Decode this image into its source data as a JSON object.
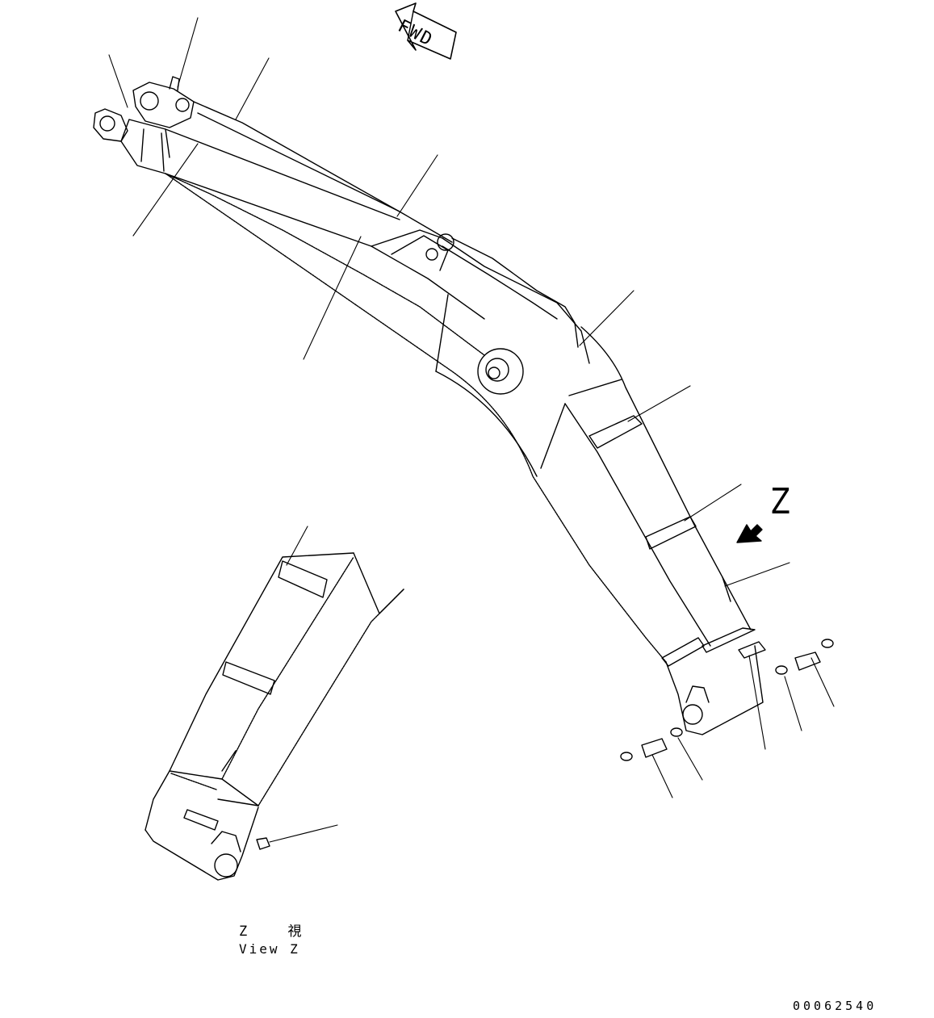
{
  "forward_marker": {
    "text": "FWD"
  },
  "view_arrow": {
    "label": "Z"
  },
  "view_caption": {
    "japanese": "Z 視",
    "english": "View Z"
  },
  "drawing_number": "00062540",
  "colors": {
    "line": "#000000",
    "background": "#ffffff"
  }
}
